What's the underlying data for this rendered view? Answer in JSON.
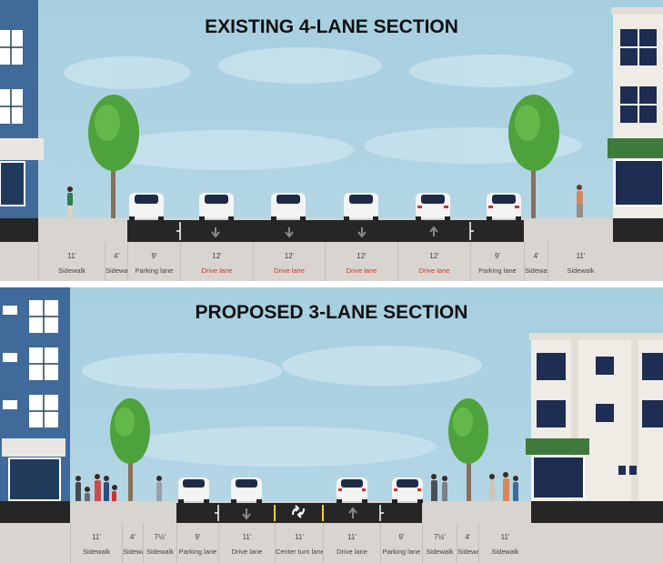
{
  "existing": {
    "title": "EXISTING 4-LANE SECTION",
    "segments": [
      {
        "width": "11'",
        "name": "Sidewalk",
        "red": false
      },
      {
        "width": "4'",
        "name": "Sidewalk",
        "red": false
      },
      {
        "width": "9'",
        "name": "Parking lane",
        "red": false
      },
      {
        "width": "12'",
        "name": "Drive lane",
        "red": true
      },
      {
        "width": "12'",
        "name": "Drive lane",
        "red": true
      },
      {
        "width": "12'",
        "name": "Drive lane",
        "red": true
      },
      {
        "width": "12'",
        "name": "Drive lane",
        "red": true
      },
      {
        "width": "9'",
        "name": "Parking lane",
        "red": false
      },
      {
        "width": "4'",
        "name": "Sidewalk",
        "red": false
      },
      {
        "width": "11'",
        "name": "Sidewalk",
        "red": false
      }
    ]
  },
  "proposed": {
    "title": "PROPOSED 3-LANE SECTION",
    "segments": [
      {
        "width": "11'",
        "name": "Sidewalk",
        "red": false
      },
      {
        "width": "4'",
        "name": "Sidewalk",
        "red": false
      },
      {
        "width": "7½'",
        "name": "Sidewalk",
        "red": false
      },
      {
        "width": "9'",
        "name": "Parking lane",
        "red": false
      },
      {
        "width": "11'",
        "name": "Drive lane",
        "red": false
      },
      {
        "width": "11'",
        "name": "Center turn lane",
        "red": false
      },
      {
        "width": "11'",
        "name": "Drive lane",
        "red": false
      },
      {
        "width": "9'",
        "name": "Parking lane",
        "red": false
      },
      {
        "width": "7½'",
        "name": "Sidewalk",
        "red": false
      },
      {
        "width": "4'",
        "name": "Sidewalk",
        "red": false
      },
      {
        "width": "11'",
        "name": "Sidewalk",
        "red": false
      }
    ]
  },
  "colors": {
    "building_left": "#3f6a99",
    "road": "#262626",
    "sidewalk": "#d8d4cf",
    "awning": "#3f7a3c",
    "tree": "#4ea23c",
    "lane_marking_yellow": "#f2d31b"
  }
}
